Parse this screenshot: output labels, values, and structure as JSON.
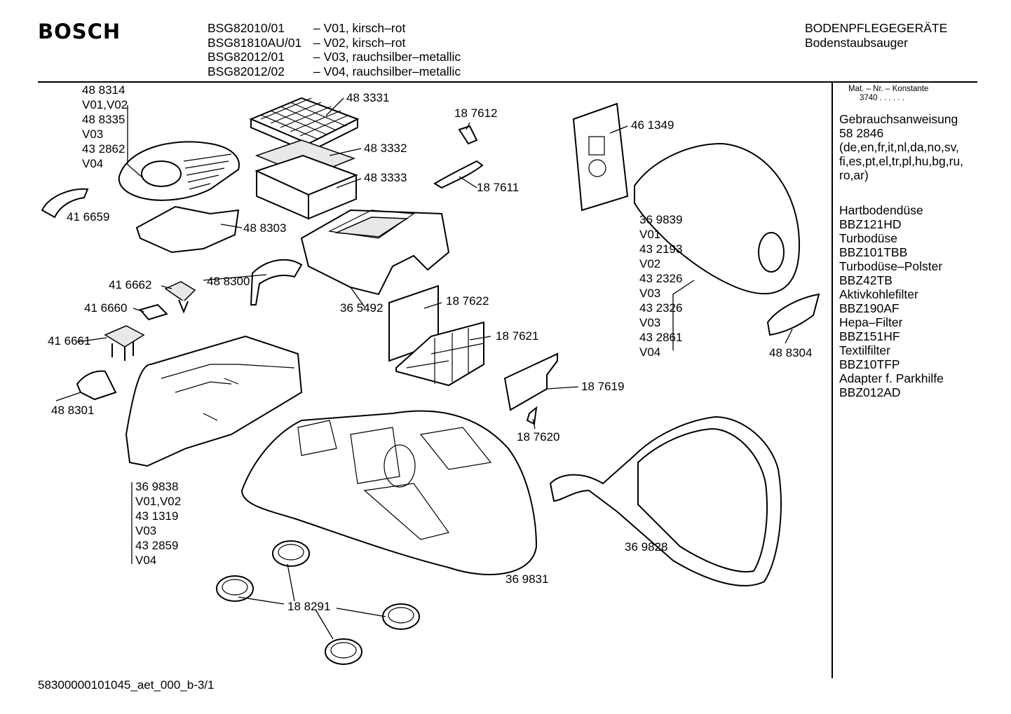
{
  "header": {
    "brand": "BOSCH",
    "models": [
      {
        "code": "BSG82010/01",
        "desc": "– V01, kirsch–rot"
      },
      {
        "code": "BSG81810AU/01",
        "desc": "– V02, kirsch–rot"
      },
      {
        "code": "BSG82012/01",
        "desc": "– V03, rauchsilber–metallic"
      },
      {
        "code": "BSG82012/02",
        "desc": "– V04, rauchsilber–metallic"
      }
    ],
    "category": "BODENPFLEGEGERÄTE",
    "subcategory": "Bodenstaubsauger"
  },
  "sidebar": {
    "mat_label": "Mat. – Nr. – Konstante",
    "mat_value": "3740 . . . . . .",
    "lines": [
      "Gebrauchsanweisung",
      "58 2846",
      "(de,en,fr,it,nl,da,no,sv,",
      "fi,es,pt,el,tr,pl,hu,bg,ru,",
      "ro,ar)",
      "",
      "",
      "Hartbodendüse",
      "BBZ121HD",
      "Turbodüse",
      "BBZ101TBB",
      "Turbodüse–Polster",
      "BBZ42TB",
      "Aktivkohlefilter",
      "BBZ190AF",
      "Hepa–Filter",
      "BBZ151HF",
      "Textilfilter",
      "BBZ10TFP",
      "Adapter f. Parkhilfe",
      "BBZ012AD"
    ]
  },
  "labels": {
    "l483331": "48 3331",
    "l187612": "18 7612",
    "l461349": "46 1349",
    "l483332": "48 3332",
    "l483333": "48 3333",
    "l187611": "18 7611",
    "l416659": "41 6659",
    "l488303": "48 8303",
    "l416662": "41 6662",
    "l488300": "48 8300",
    "l416660": "41 6660",
    "l365492": "36 5492",
    "l187622": "18 7622",
    "l416661": "41 6661",
    "l187621": "18 7621",
    "l488304": "48 8304",
    "l187619": "18 7619",
    "l488301": "48 8301",
    "l187620": "18 7620",
    "l369828": "36 9828",
    "l369831": "36 9831",
    "l188291": "18 8291"
  },
  "stacks": {
    "top_left": [
      "48 8314",
      "V01,V02",
      "48 8335",
      "V03",
      "43 2862",
      "V04"
    ],
    "bottom_left": [
      "36 9838",
      "V01,V02",
      "43 1319",
      "V03",
      "43 2859",
      "V04"
    ],
    "right": [
      "36 9839",
      "V01",
      "43 2193",
      "V02",
      "43 2326",
      "V03",
      "43 2326",
      "V03",
      "43 2861",
      "V04"
    ]
  },
  "footer": "58300000101045_aet_000_b-3/1"
}
